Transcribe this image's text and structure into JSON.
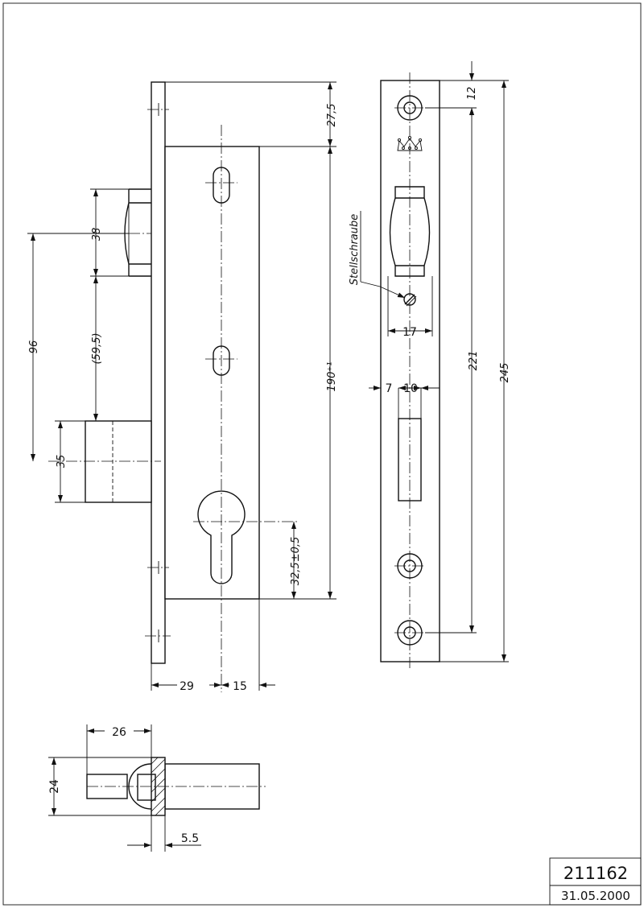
{
  "title_block": {
    "drawing_number": "211162",
    "date": "31.05.2000"
  },
  "labels": {
    "adjusting_screw": "Stellschraube"
  },
  "dimensions": {
    "d_27_5": "27,5",
    "d_38": "38",
    "d_96": "96",
    "d_59_5": "(59,5)",
    "d_35": "35",
    "d_190": "190⁺¹",
    "d_32_5": "32,5±0,5",
    "d_29": "29",
    "d_15": "15",
    "d_12": "12",
    "d_17": "17",
    "d_7": "7",
    "d_10": "10",
    "d_221": "221",
    "d_245": "245",
    "d_26": "26",
    "d_24": "24",
    "d_5_5": "5.5"
  }
}
